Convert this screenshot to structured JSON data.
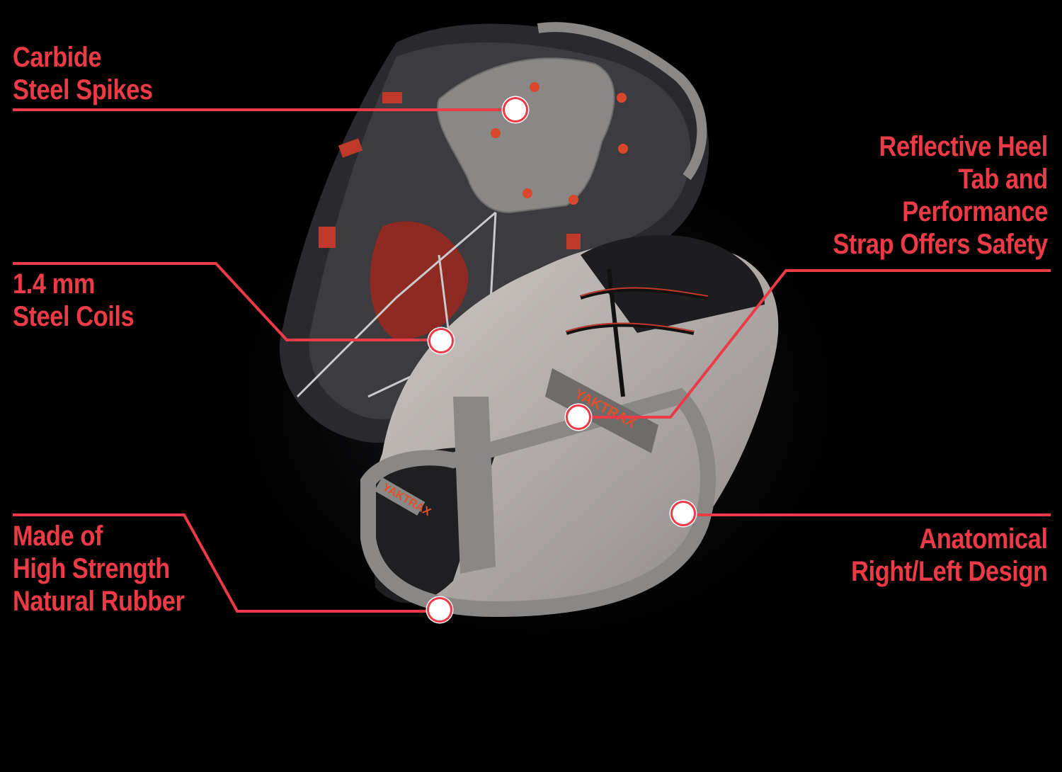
{
  "image": {
    "subject": "Yaktrax traction device on running shoe (sole view and top view)",
    "background_color": "#000000",
    "accent_color": "#ec3b46",
    "brand_text": "YAKTRAX"
  },
  "callouts": [
    {
      "id": "spikes",
      "lines": [
        "Carbide",
        "Steel Spikes"
      ],
      "side": "left"
    },
    {
      "id": "coils",
      "lines": [
        "1.4 mm",
        "Steel Coils"
      ],
      "side": "left"
    },
    {
      "id": "rubber",
      "lines": [
        "Made of",
        "High Strength",
        "Natural Rubber"
      ],
      "side": "left"
    },
    {
      "id": "strap",
      "lines": [
        "Reflective Heel",
        "Tab and",
        "Performance",
        "Strap Offers Safety"
      ],
      "side": "right"
    },
    {
      "id": "design",
      "lines": [
        "Anatomical",
        "Right/Left Design"
      ],
      "side": "right"
    }
  ]
}
